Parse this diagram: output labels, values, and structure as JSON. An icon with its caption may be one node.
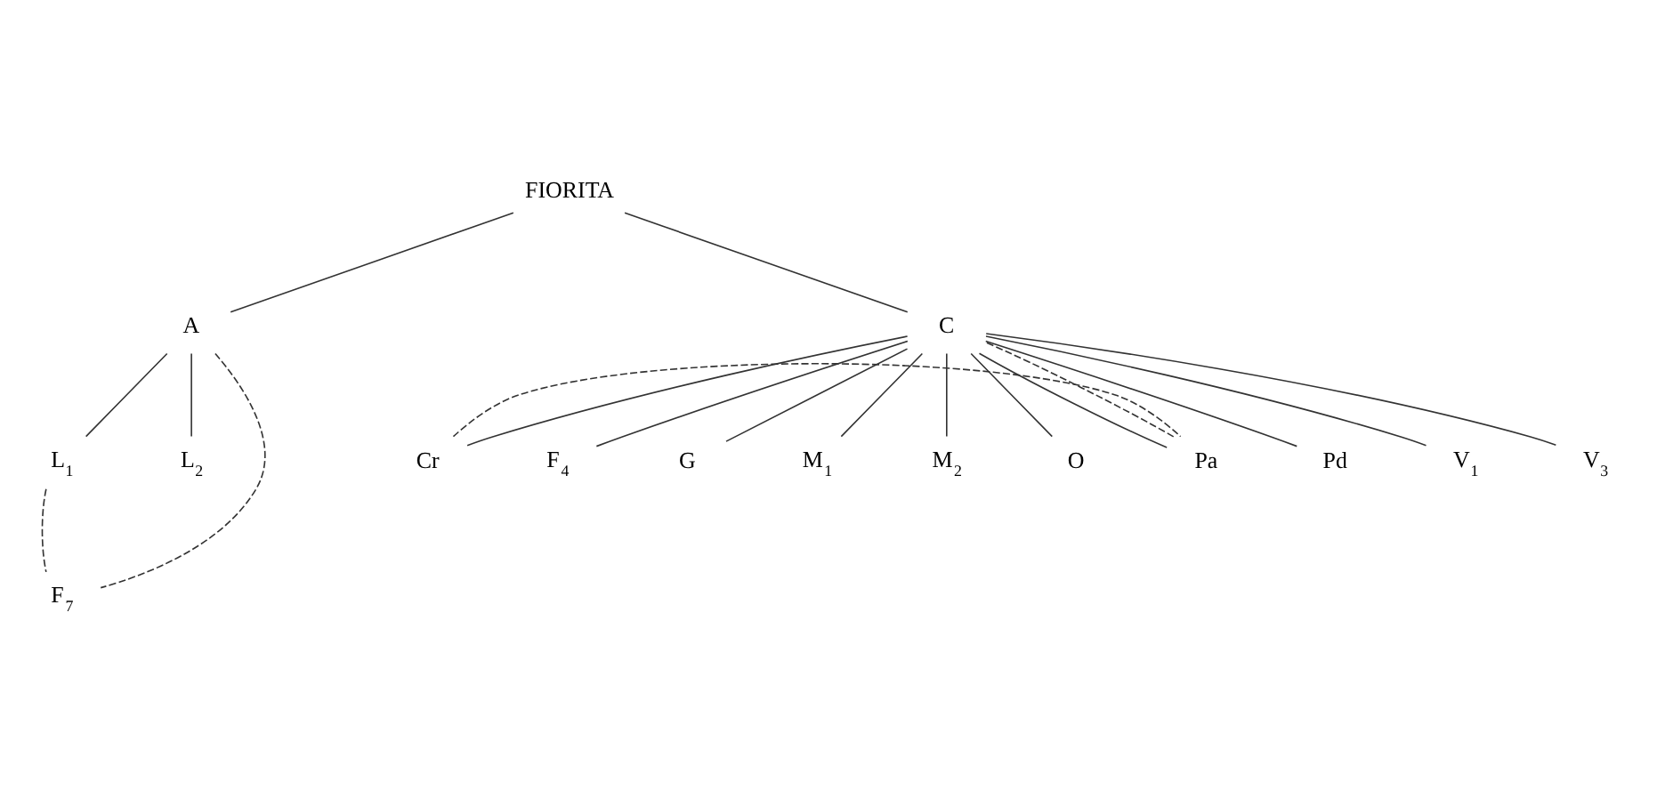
{
  "diagram": {
    "nodes": [
      {
        "text": [
          "FIORITA"
        ]
      },
      {
        "text": [
          "A"
        ]
      },
      {
        "text": [
          "C"
        ]
      },
      {
        "text": [
          "L$_{1}$"
        ]
      },
      {
        "text": [
          "L$_{2}$"
        ]
      },
      {
        "text": [
          "Cr"
        ]
      },
      {
        "text": [
          "F$_{4}$"
        ]
      },
      {
        "text": [
          "G"
        ]
      },
      {
        "text": [
          "M$_{1}$"
        ]
      },
      {
        "text": [
          "M$_{2}$"
        ]
      },
      {
        "text": [
          "O"
        ]
      },
      {
        "text": [
          "Pa"
        ]
      },
      {
        "text": [
          "Pd"
        ]
      },
      {
        "text": [
          "V$_{1}$"
        ]
      },
      {
        "text": [
          "V$_{3}$"
        ]
      },
      {
        "text": [
          "F$_{7}$"
        ]
      }
    ],
    "edges": [
      {
        "from": 0,
        "to": 1,
        "arrow": "none"
      },
      {
        "from": 0,
        "to": 2,
        "arrow": "none"
      },
      {
        "from": 1,
        "to": 3,
        "arrow": "none"
      },
      {
        "from": 1,
        "to": 4,
        "arrow": "none"
      },
      {
        "from": 2,
        "to": 5,
        "arrow": "none"
      },
      {
        "from": 2,
        "to": 6,
        "arrow": "none"
      },
      {
        "from": 2,
        "to": 7,
        "arrow": "none"
      },
      {
        "from": 2,
        "to": 8,
        "arrow": "none"
      },
      {
        "from": 2,
        "to": 9,
        "arrow": "none"
      },
      {
        "from": 2,
        "to": 10,
        "arrow": "none"
      },
      {
        "from": 2,
        "to": 11,
        "arrow": "none"
      },
      {
        "from": 2,
        "to": 12,
        "arrow": "none"
      },
      {
        "from": 2,
        "to": 13,
        "arrow": "none"
      },
      {
        "from": 2,
        "to": 14,
        "arrow": "none"
      },
      {
        "from": 1,
        "to": 15,
        "arrow": "none",
        "style": "dashed"
      },
      {
        "from": 3,
        "to": 15,
        "arrow": "none",
        "style": "dashed"
      },
      {
        "from": 11,
        "to": 2,
        "arrow": "none",
        "style": "dashed"
      },
      {
        "from": 5,
        "to": 11,
        "arrow": "none",
        "style": "dashed"
      }
    ]
  }
}
